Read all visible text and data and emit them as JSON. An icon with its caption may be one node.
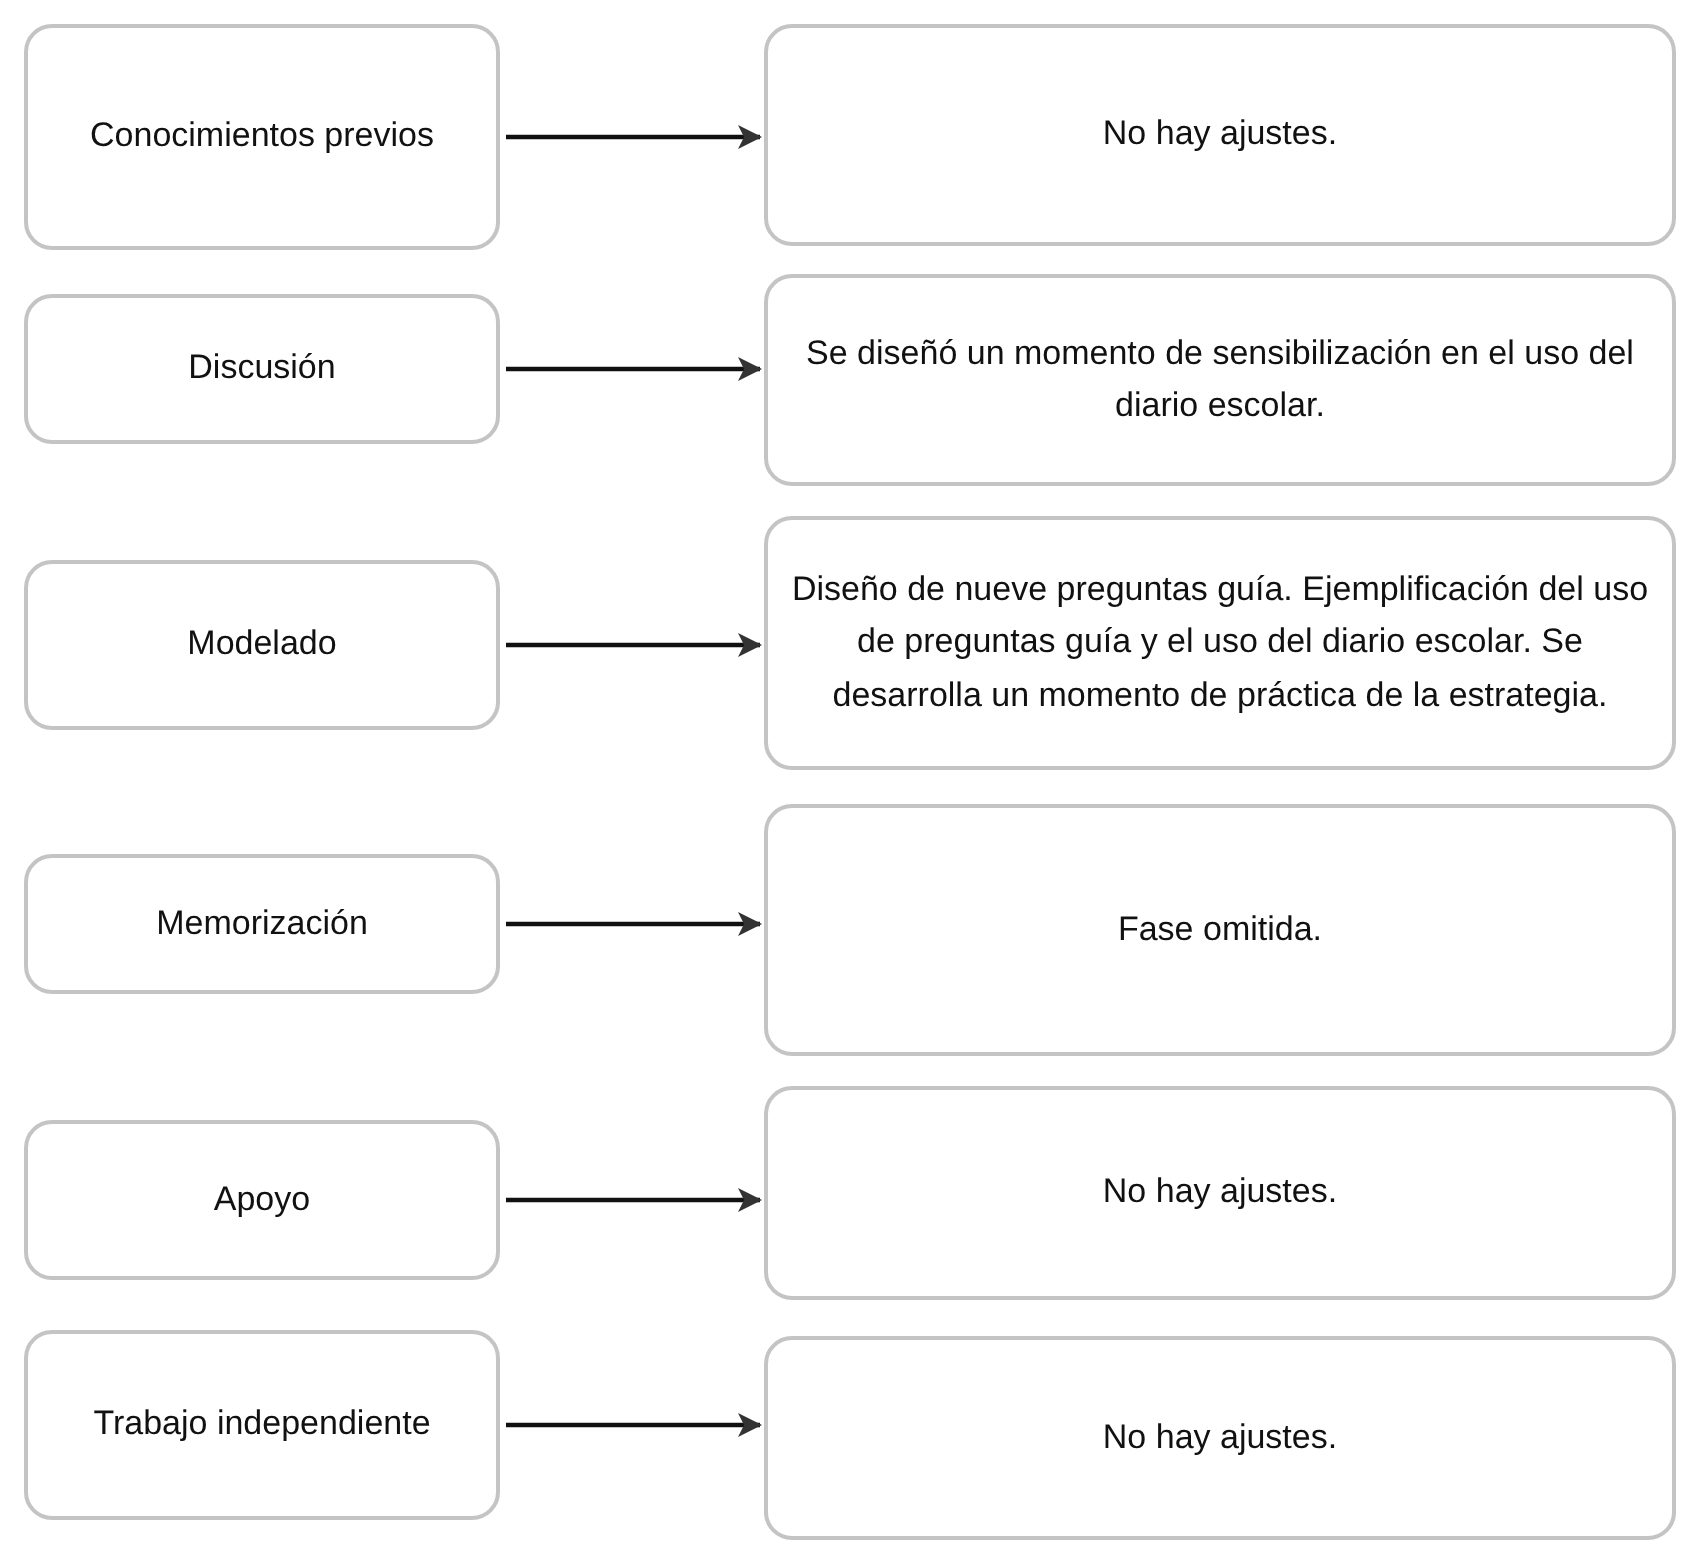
{
  "diagram": {
    "nodes": [
      {
        "text": [
          "Conocimientos previos"
        ]
      },
      {
        "text": [
          "No hay ajustes."
        ]
      },
      {
        "text": [
          "Discusión"
        ]
      },
      {
        "text": [
          "Se diseñó un momento de sensibilización en el uso del diario escolar."
        ]
      },
      {
        "text": [
          "Modelado"
        ]
      },
      {
        "text": [
          "Diseño de nueve preguntas guía. Ejemplificación del uso de preguntas guía y el uso del diario escolar. Se desarrolla un momento de práctica de la estrategia."
        ]
      },
      {
        "text": [
          "Memorización"
        ]
      },
      {
        "text": [
          "Fase omitida."
        ]
      },
      {
        "text": [
          "Apoyo"
        ]
      },
      {
        "text": [
          "No hay ajustes."
        ]
      },
      {
        "text": [
          "Trabajo independiente"
        ]
      },
      {
        "text": [
          "No hay ajustes."
        ]
      }
    ],
    "edges": [
      {
        "from": 0,
        "to": 1,
        "arrow": "to"
      },
      {
        "from": 2,
        "to": 3,
        "arrow": "to"
      },
      {
        "from": 4,
        "to": 5,
        "arrow": "to"
      },
      {
        "from": 6,
        "to": 7,
        "arrow": "to"
      },
      {
        "from": 8,
        "to": 9,
        "arrow": "to"
      },
      {
        "from": 10,
        "to": 11,
        "arrow": "to"
      }
    ]
  }
}
